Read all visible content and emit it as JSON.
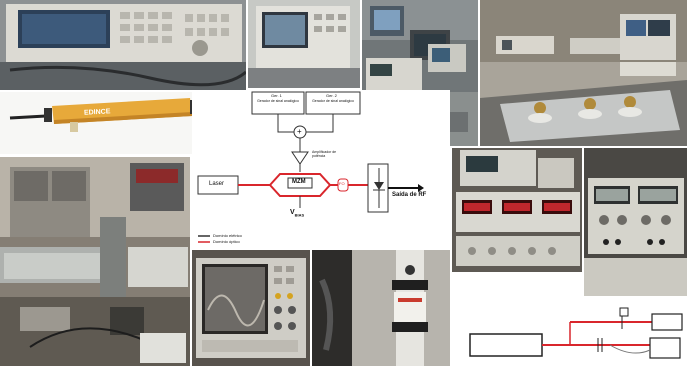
{
  "diagram": {
    "source1": "Ger. 1",
    "source1_sub": "Gerador de sinal analógico",
    "source2": "Ger. 2",
    "source2_sub": "Gerador de sinal analógico",
    "sum_symbol": "+",
    "amplifier": "Amplificador de potência",
    "laser": "Laser",
    "modulator": "MZM",
    "bias": "V",
    "bias_sub": "BIAS",
    "fiber": "FO",
    "output": "Saída de RF",
    "legend_electrical": "Domínio elétrico",
    "legend_optical": "Domínio óptico",
    "colors": {
      "optical": "#d9262c",
      "electrical": "#333333"
    }
  },
  "photos": {
    "laser_label": "EDINCE"
  }
}
